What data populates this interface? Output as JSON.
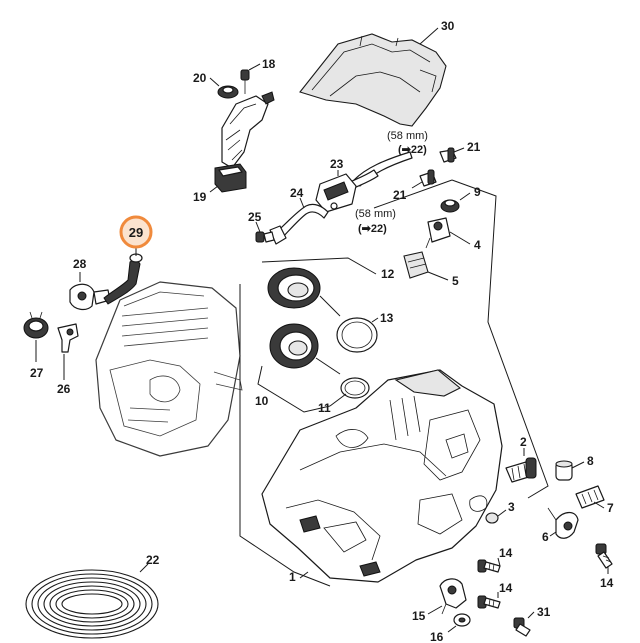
{
  "highlighted_part": "29",
  "highlight_color": "#f08a3c",
  "highlight_fill": "#fbe3cf",
  "line_color": "#1a1a1a",
  "part_labels": {
    "p1": "1",
    "p2": "2",
    "p3": "3",
    "p4": "4",
    "p5": "5",
    "p6": "6",
    "p7": "7",
    "p8": "8",
    "p9": "9",
    "p10": "10",
    "p11": "11",
    "p12": "12",
    "p13": "13",
    "p14a": "14",
    "p14b": "14",
    "p14c": "14",
    "p15": "15",
    "p16": "16",
    "p18": "18",
    "p19": "19",
    "p20": "20",
    "p21a": "21",
    "p21b": "21",
    "p22a": "22",
    "p23": "23",
    "p24": "24",
    "p25": "25",
    "p26": "26",
    "p27": "27",
    "p28": "28",
    "p29": "29",
    "p30": "30",
    "p31": "31"
  },
  "notes": {
    "hose_top_len": "(58 mm)",
    "hose_top_ref": "(➡22)",
    "hose_bottom_len": "(58 mm)",
    "hose_bottom_ref": "(➡22)"
  }
}
